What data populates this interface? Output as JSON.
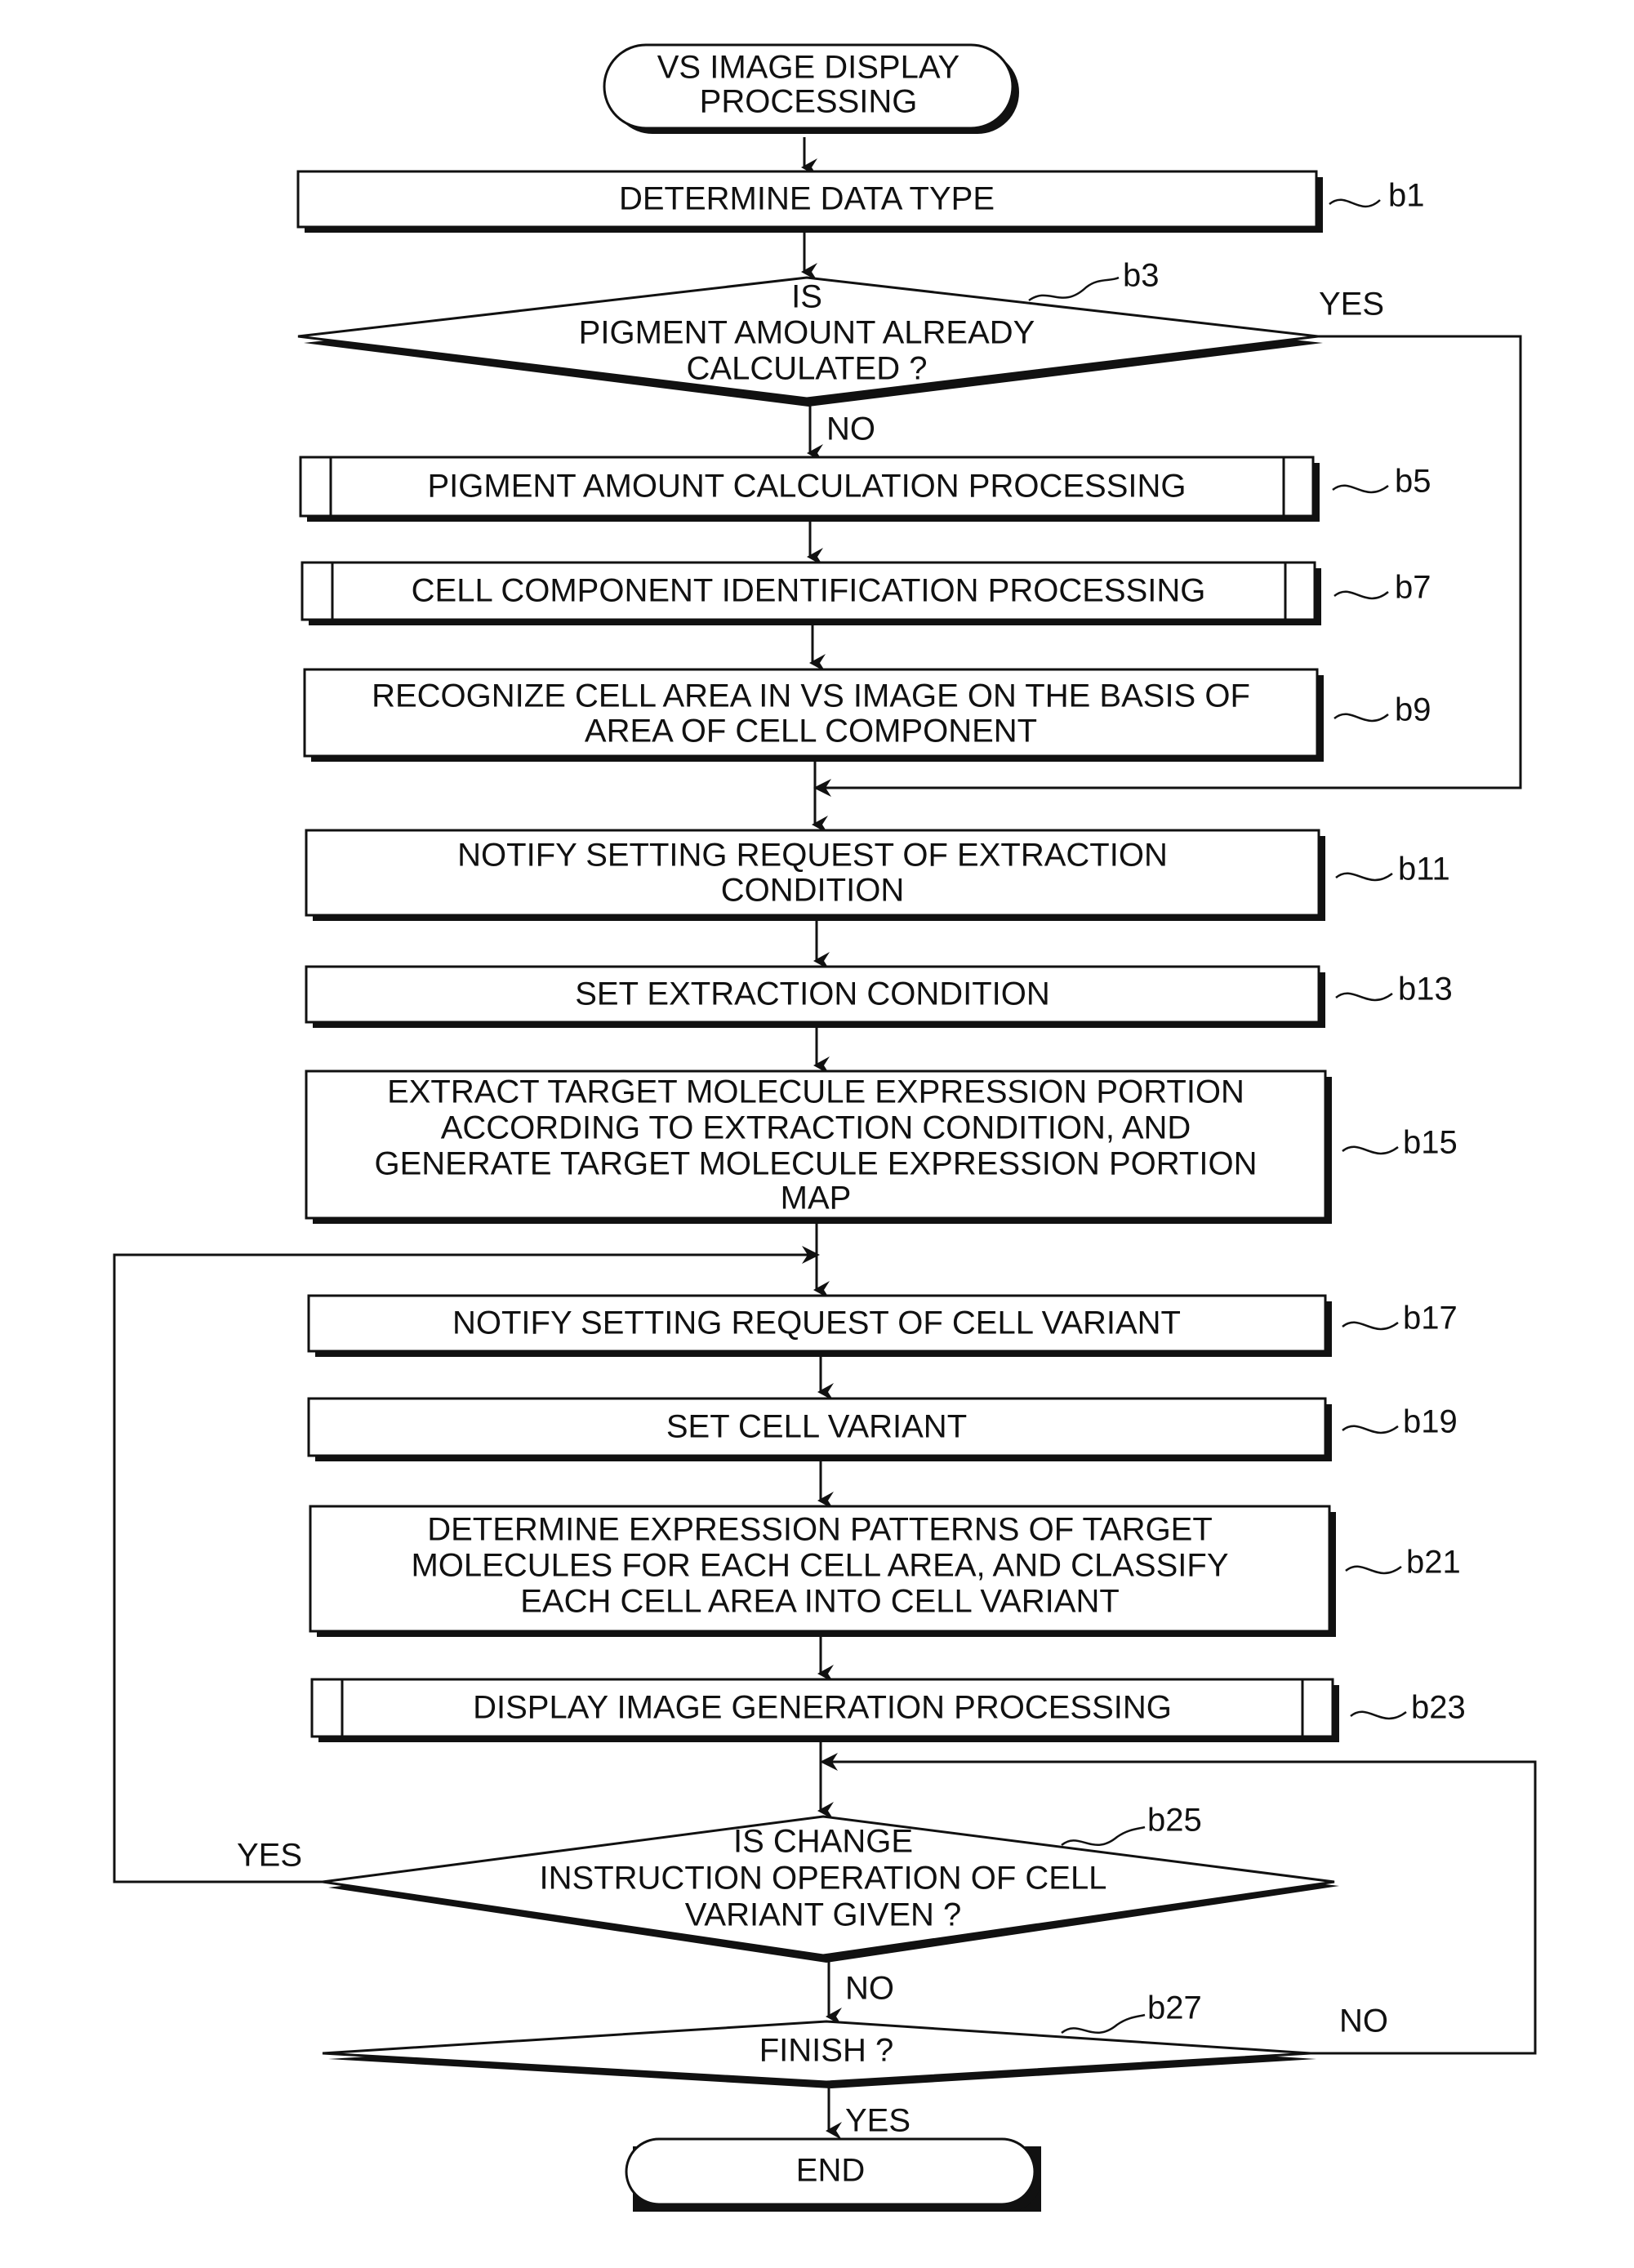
{
  "nodes": {
    "start": {
      "lines": [
        "VS IMAGE DISPLAY",
        "PROCESSING"
      ]
    },
    "b1": {
      "ref": "b1",
      "lines": [
        "DETERMINE DATA TYPE"
      ]
    },
    "b3": {
      "ref": "b3",
      "lines": [
        "IS",
        "PIGMENT AMOUNT ALREADY",
        "CALCULATED ?"
      ]
    },
    "b5": {
      "ref": "b5",
      "lines": [
        "PIGMENT AMOUNT CALCULATION PROCESSING"
      ]
    },
    "b7": {
      "ref": "b7",
      "lines": [
        "CELL COMPONENT IDENTIFICATION PROCESSING"
      ]
    },
    "b9": {
      "ref": "b9",
      "lines": [
        "RECOGNIZE CELL AREA IN VS IMAGE ON THE BASIS OF",
        "AREA OF CELL COMPONENT"
      ]
    },
    "b11": {
      "ref": "b11",
      "lines": [
        "NOTIFY SETTING REQUEST OF EXTRACTION",
        "CONDITION"
      ]
    },
    "b13": {
      "ref": "b13",
      "lines": [
        "SET EXTRACTION CONDITION"
      ]
    },
    "b15": {
      "ref": "b15",
      "lines": [
        "EXTRACT TARGET MOLECULE EXPRESSION PORTION",
        "ACCORDING TO EXTRACTION CONDITION, AND",
        "GENERATE TARGET MOLECULE EXPRESSION PORTION",
        "MAP"
      ]
    },
    "b17": {
      "ref": "b17",
      "lines": [
        "NOTIFY SETTING REQUEST OF CELL VARIANT"
      ]
    },
    "b19": {
      "ref": "b19",
      "lines": [
        "SET CELL VARIANT"
      ]
    },
    "b21": {
      "ref": "b21",
      "lines": [
        "DETERMINE EXPRESSION PATTERNS OF TARGET",
        "MOLECULES FOR EACH CELL AREA, AND CLASSIFY",
        "EACH CELL AREA INTO CELL VARIANT"
      ]
    },
    "b23": {
      "ref": "b23",
      "lines": [
        "DISPLAY IMAGE GENERATION PROCESSING"
      ]
    },
    "b25": {
      "ref": "b25",
      "lines": [
        "IS CHANGE",
        "INSTRUCTION OPERATION OF CELL",
        "VARIANT GIVEN ?"
      ]
    },
    "b27": {
      "ref": "b27",
      "lines": [
        "FINISH ?"
      ]
    },
    "end": {
      "lines": [
        "END"
      ]
    }
  },
  "edge_labels": {
    "b3_yes": "YES",
    "b3_no": "NO",
    "b25_yes": "YES",
    "b25_no": "NO",
    "b27_no": "NO",
    "b27_yes": "YES"
  },
  "colors": {
    "line": "#111111",
    "background": "#ffffff"
  }
}
